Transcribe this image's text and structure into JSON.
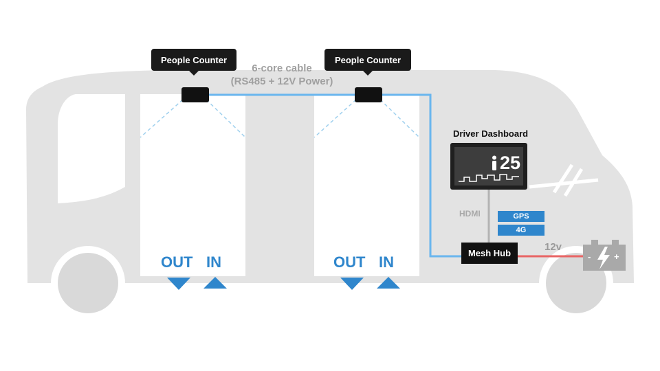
{
  "counters": [
    {
      "label": "People Counter"
    },
    {
      "label": "People Counter"
    }
  ],
  "cable": {
    "line1": "6-core cable",
    "line2": "(RS485 + 12V Power)"
  },
  "doors": [
    {
      "out": "OUT",
      "in": "IN"
    },
    {
      "out": "OUT",
      "in": "IN"
    }
  ],
  "dashboard": {
    "title": "Driver Dashboard",
    "count": "25"
  },
  "hdmi_label": "HDMI",
  "badges": {
    "gps": "GPS",
    "lte": "4G"
  },
  "hub_label": "Mesh Hub",
  "battery": {
    "voltage": "12v",
    "minus": "-",
    "plus": "+"
  },
  "colors": {
    "bus": "#e3e3e3",
    "window": "#ffffff",
    "cable": "#6ab6ee",
    "hdmi": "#b3b3b3",
    "power": "#e86464",
    "accent": "#2f86cc",
    "device": "#111111"
  },
  "icons": [
    "person-icon",
    "activity-graph-icon",
    "arrow-down-icon",
    "arrow-up-icon",
    "lightning-icon"
  ]
}
